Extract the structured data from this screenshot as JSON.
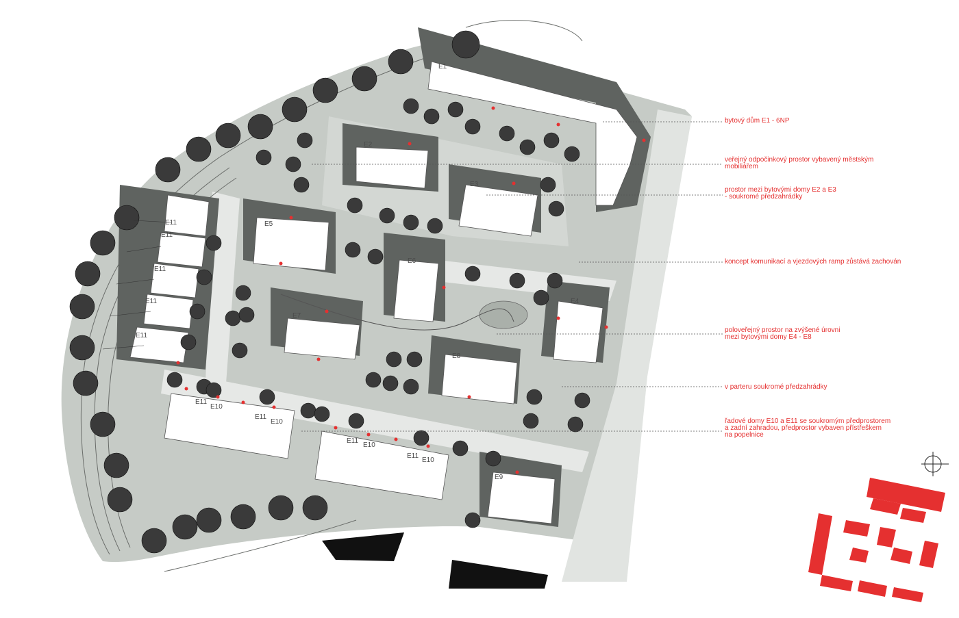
{
  "buildings": {
    "e1": "E1",
    "e2": "E2",
    "e3": "E3",
    "e4": "E4",
    "e5": "E5",
    "e6": "E6",
    "e7": "E7",
    "e8": "E8",
    "e9": "E9",
    "e10": "E10",
    "e11": "E11"
  },
  "annotations": [
    {
      "id": "a1",
      "text": "bytový dům E1 - 6NP"
    },
    {
      "id": "a2",
      "text": "veřejný odpočinkový prostor vybavený městským\nmobiliářem"
    },
    {
      "id": "a3",
      "text": "prostor mezi bytovými domy E2 a E3\n- soukromé předzahrádky"
    },
    {
      "id": "a4",
      "text": "koncept komunikací a vjezdových ramp zůstává zachován"
    },
    {
      "id": "a5",
      "text": "poloveřejný prostor na zvýšené úrovni\nmezi bytovými domy E4 - E8"
    },
    {
      "id": "a6",
      "text": "v parteru soukromé předzahrádky"
    },
    {
      "id": "a7",
      "text": "řadové domy E10 a E11 se soukromým předprostorem\na zadní zahradou, předprostor vybaven přístřeškem\nna popelnice"
    }
  ],
  "colors": {
    "accent": "#e53030",
    "shadow": "#5f6360",
    "ground": "#c6cbc6",
    "road": "#e6e8e6",
    "tree": "#3a3a3a"
  },
  "icons": [
    "north-arrow-icon",
    "key-plan-icon"
  ]
}
